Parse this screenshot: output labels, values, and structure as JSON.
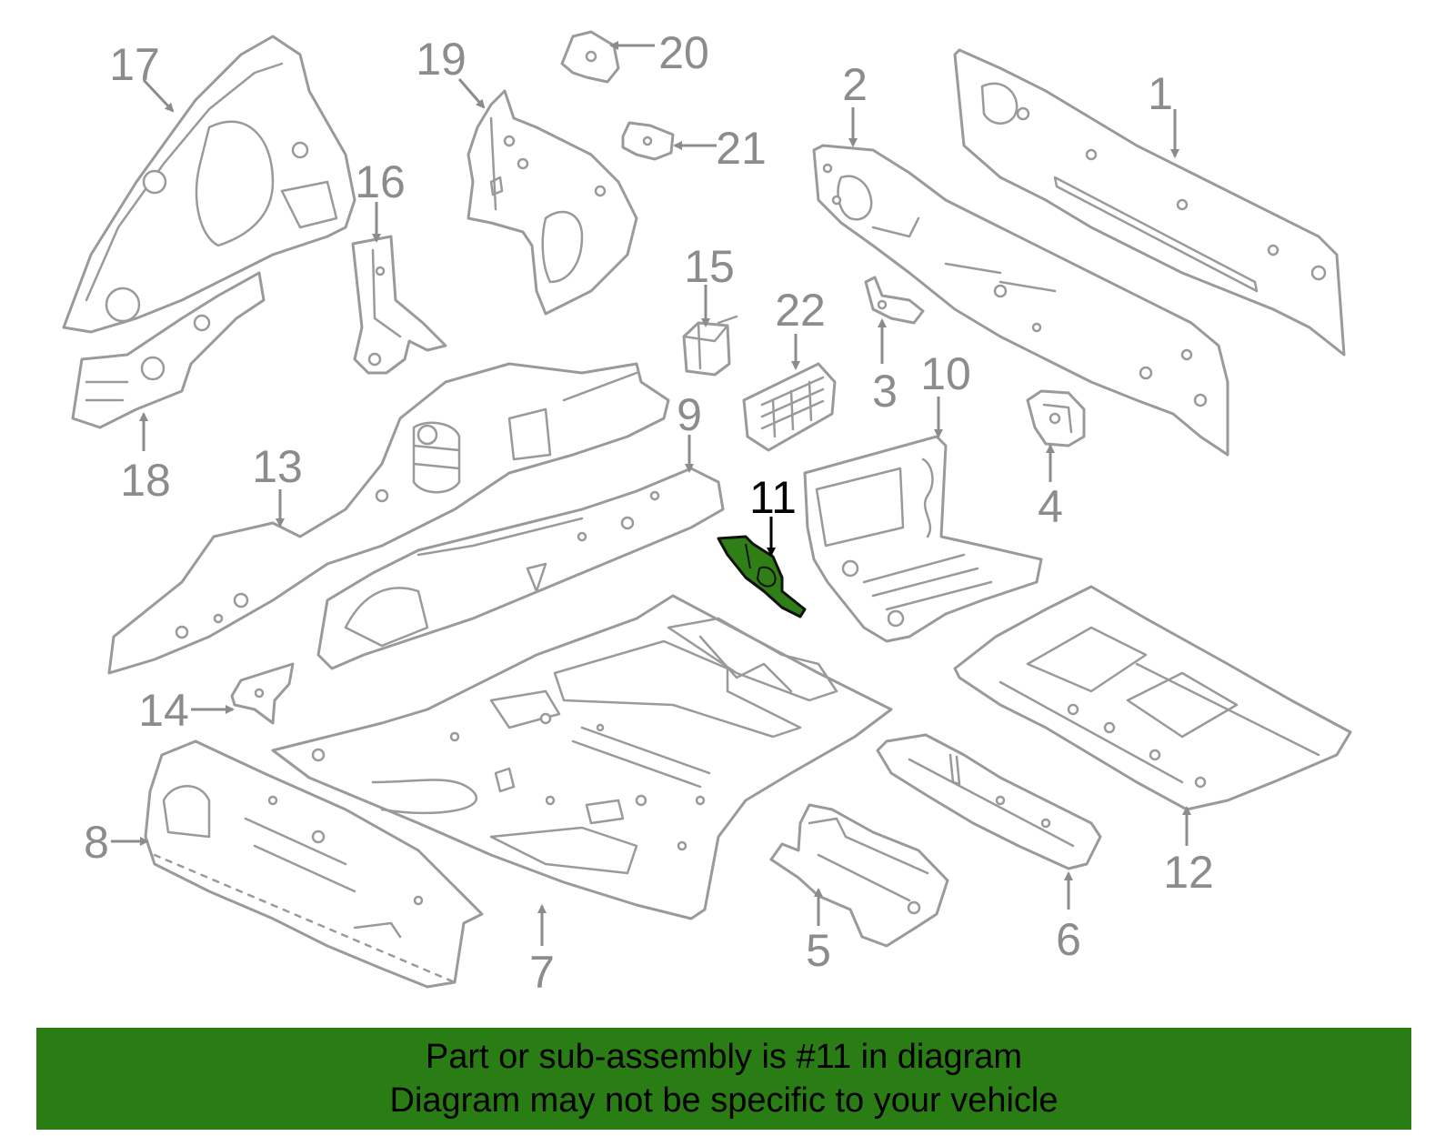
{
  "callouts": [
    {
      "id": "1",
      "label": "1"
    },
    {
      "id": "2",
      "label": "2"
    },
    {
      "id": "3",
      "label": "3"
    },
    {
      "id": "4",
      "label": "4"
    },
    {
      "id": "5",
      "label": "5"
    },
    {
      "id": "6",
      "label": "6"
    },
    {
      "id": "7",
      "label": "7"
    },
    {
      "id": "8",
      "label": "8"
    },
    {
      "id": "9",
      "label": "9"
    },
    {
      "id": "10",
      "label": "10"
    },
    {
      "id": "11",
      "label": "11"
    },
    {
      "id": "12",
      "label": "12"
    },
    {
      "id": "13",
      "label": "13"
    },
    {
      "id": "14",
      "label": "14"
    },
    {
      "id": "15",
      "label": "15"
    },
    {
      "id": "16",
      "label": "16"
    },
    {
      "id": "17",
      "label": "17"
    },
    {
      "id": "18",
      "label": "18"
    },
    {
      "id": "19",
      "label": "19"
    },
    {
      "id": "20",
      "label": "20"
    },
    {
      "id": "21",
      "label": "21"
    },
    {
      "id": "22",
      "label": "22"
    }
  ],
  "highlighted_part": "11",
  "colors": {
    "highlight_fill": "#2f7f16",
    "banner_background": "#2a7d14",
    "line_gray": "#9a9a9a"
  },
  "caption": {
    "line1": "Part or sub-assembly is #11 in diagram",
    "line2": "Diagram may not be specific to your vehicle"
  }
}
